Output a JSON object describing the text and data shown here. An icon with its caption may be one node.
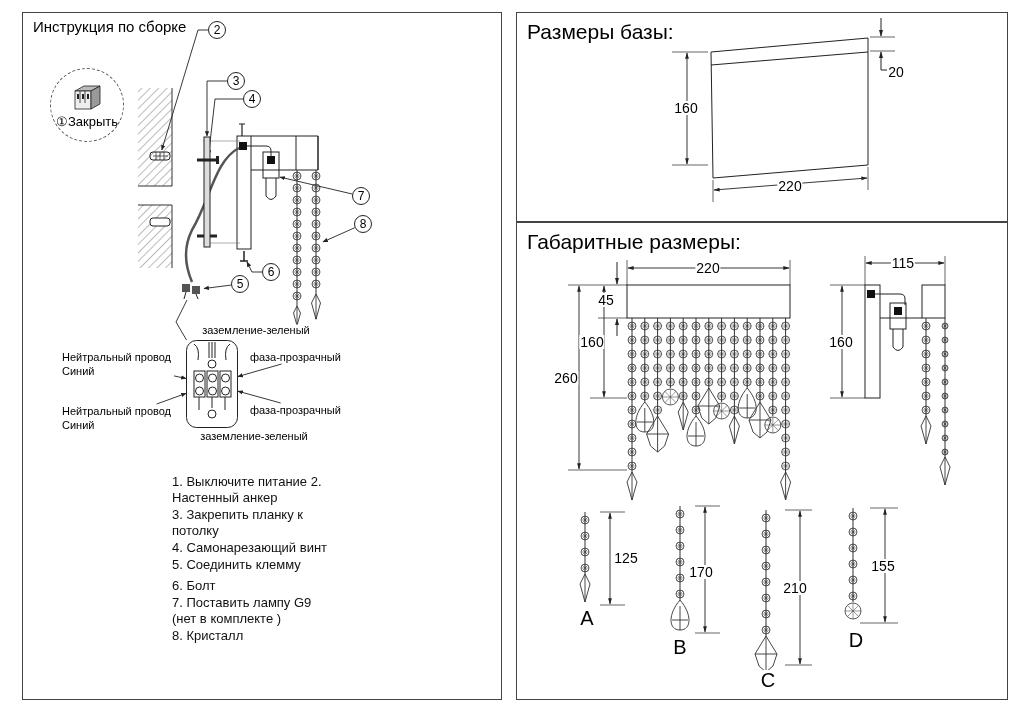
{
  "diagram": {
    "nodes": [
      {
        "text": [
          "Инструкция по сборке"
        ]
      },
      {
        "text": [
          "Размеры базы:"
        ]
      },
      {
        "text": [
          "Габаритные размеры:"
        ]
      },
      {
        "text": [
          "①Закрыть"
        ],
        "in": 0
      },
      {
        "text": [
          "2"
        ],
        "in": 0
      },
      {
        "text": [
          "3"
        ],
        "in": 0
      },
      {
        "text": [
          "4"
        ],
        "in": 0
      },
      {
        "text": [
          "5"
        ],
        "in": 0
      },
      {
        "text": [
          "6"
        ],
        "in": 0
      },
      {
        "text": [
          "7"
        ],
        "in": 0
      },
      {
        "text": [
          "8"
        ],
        "in": 0
      },
      {
        "text": [],
        "shape": "picture",
        "in": 0
      },
      {
        "text": [],
        "shape": "bar",
        "in": 0
      },
      {
        "text": [],
        "shape": "picture",
        "in": 0
      },
      {
        "text": [],
        "shape": "picture",
        "in": 0
      },
      {
        "text": [],
        "shape": "picture",
        "in": 0
      },
      {
        "text": [],
        "shape": "picture",
        "in": 0
      },
      {
        "text": [],
        "shape": "picture",
        "in": 0
      },
      {
        "text": [],
        "shape": "box",
        "in": 0
      },
      {
        "text": [
          "Нейтральный провод Синий"
        ],
        "in": 0
      },
      {
        "text": [
          "фаза-прозрачный"
        ],
        "in": 0
      },
      {
        "text": [
          "Нейтральный провод Синий"
        ],
        "in": 0
      },
      {
        "text": [
          "фаза-прозрачный"
        ],
        "in": 0
      }
    ],
    "edges": [
      {
        "from": 4,
        "to": 11,
        "arrow": "to"
      },
      {
        "from": 5,
        "to": 12,
        "arrow": "to"
      },
      {
        "from": 6,
        "to": 13,
        "arrow": "to"
      },
      {
        "from": 7,
        "to": 14,
        "arrow": "to"
      },
      {
        "from": 8,
        "to": 15,
        "arrow": "to"
      },
      {
        "from": 9,
        "to": 16,
        "arrow": "to"
      },
      {
        "from": 10,
        "to": 17,
        "arrow": "to"
      },
      {
        "from": 14,
        "to": 18,
        "arrow": "none"
      },
      {
        "from": 19,
        "to": 18,
        "arrow": "to"
      },
      {
        "from": 20,
        "to": 18,
        "arrow": "to"
      },
      {
        "from": 21,
        "to": 18,
        "arrow": "to"
      },
      {
        "from": 22,
        "to": 18,
        "arrow": "to"
      }
    ],
    "labels": [
      "заземление-зеленый",
      "заземление-зеленый",
      "1. Выключите питание 2. Настенный анкер",
      "3. Закрепить планку к потолку",
      "4. Самонарезающий винт",
      "5. Соединить клемму",
      "6. Болт",
      "7. Поставить лампу G9 (нет в комплекте )",
      "8. Кристалл",
      "160",
      "20",
      "220",
      "220",
      "45",
      "160",
      "260",
      "115",
      "160",
      "125",
      "A",
      "170",
      "B",
      "210",
      "C",
      "155",
      "D"
    ]
  }
}
